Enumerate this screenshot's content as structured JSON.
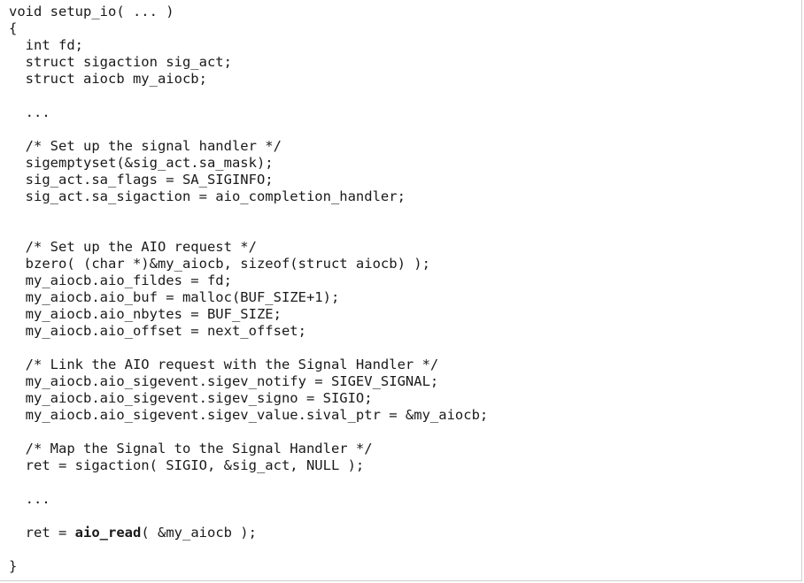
{
  "code": {
    "lines": [
      "void setup_io( ... )",
      "{",
      "  int fd;",
      "  struct sigaction sig_act;",
      "  struct aiocb my_aiocb;",
      "",
      "  ...",
      "",
      "  /* Set up the signal handler */",
      "  sigemptyset(&sig_act.sa_mask);",
      "  sig_act.sa_flags = SA_SIGINFO;",
      "  sig_act.sa_sigaction = aio_completion_handler;",
      "",
      "",
      "  /* Set up the AIO request */",
      "  bzero( (char *)&my_aiocb, sizeof(struct aiocb) );",
      "  my_aiocb.aio_fildes = fd;",
      "  my_aiocb.aio_buf = malloc(BUF_SIZE+1);",
      "  my_aiocb.aio_nbytes = BUF_SIZE;",
      "  my_aiocb.aio_offset = next_offset;",
      "",
      "  /* Link the AIO request with the Signal Handler */",
      "  my_aiocb.aio_sigevent.sigev_notify = SIGEV_SIGNAL;",
      "  my_aiocb.aio_sigevent.sigev_signo = SIGIO;",
      "  my_aiocb.aio_sigevent.sigev_value.sival_ptr = &my_aiocb;",
      "",
      "  /* Map the Signal to the Signal Handler */",
      "  ret = sigaction( SIGIO, &sig_act, NULL );",
      "",
      "  ...",
      "",
      "  ret = ",
      "",
      "}"
    ],
    "last_call": {
      "indent": "  ",
      "prefix": "ret = ",
      "bold_fn": "aio_read",
      "suffix": "( &my_aiocb );"
    }
  }
}
